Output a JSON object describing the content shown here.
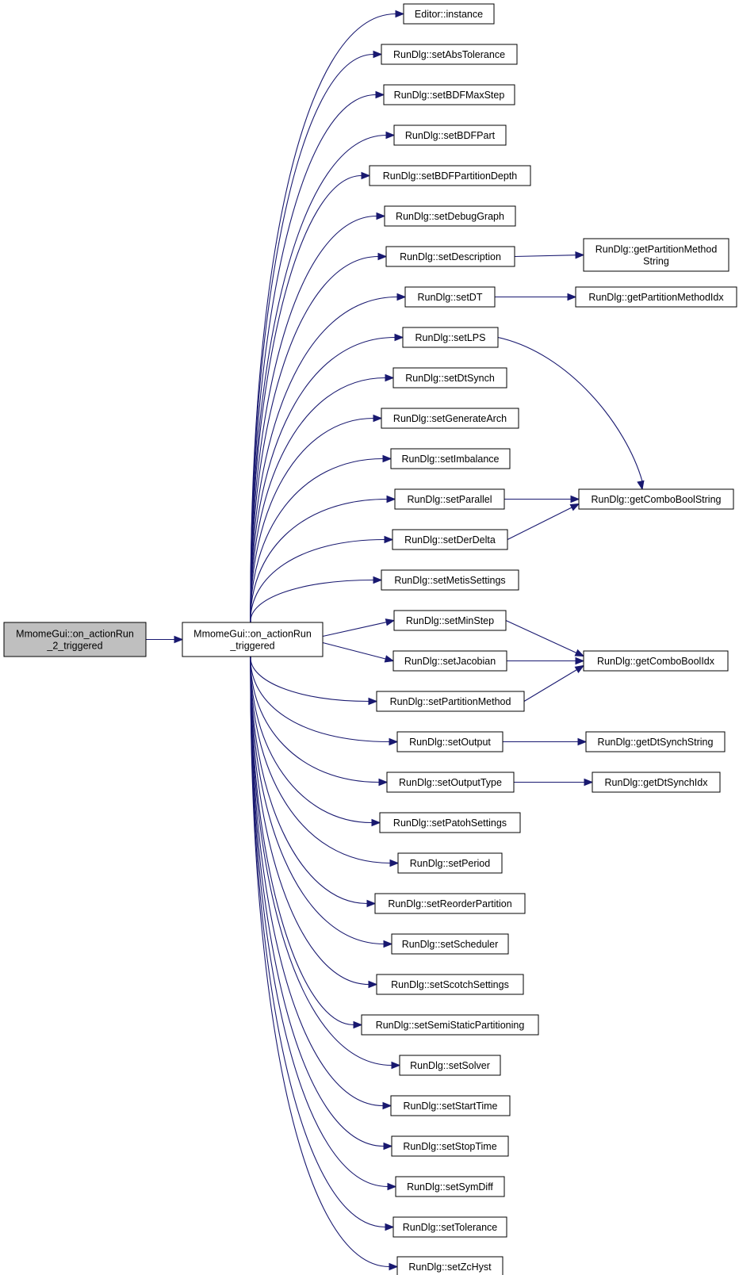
{
  "graph": {
    "colors": {
      "edge": "#191970",
      "node_fill": "#ffffff",
      "root_fill": "#bfbfbf",
      "border": "#000000"
    },
    "nodes": [
      {
        "id": "root",
        "lines": [
          "MmomeGui::on_actionRun",
          "_2_triggered"
        ],
        "highlighted": true
      },
      {
        "id": "main",
        "lines": [
          "MmomeGui::on_actionRun",
          "_triggered"
        ]
      },
      {
        "id": "editorInstance",
        "lines": [
          "Editor::instance"
        ]
      },
      {
        "id": "setAbsTolerance",
        "lines": [
          "RunDlg::setAbsTolerance"
        ]
      },
      {
        "id": "setBDFMaxStep",
        "lines": [
          "RunDlg::setBDFMaxStep"
        ]
      },
      {
        "id": "setBDFPart",
        "lines": [
          "RunDlg::setBDFPart"
        ]
      },
      {
        "id": "setBDFPartitionDepth",
        "lines": [
          "RunDlg::setBDFPartitionDepth"
        ]
      },
      {
        "id": "setDebugGraph",
        "lines": [
          "RunDlg::setDebugGraph"
        ]
      },
      {
        "id": "setDescription",
        "lines": [
          "RunDlg::setDescription"
        ]
      },
      {
        "id": "setDT",
        "lines": [
          "RunDlg::setDT"
        ]
      },
      {
        "id": "setLPS",
        "lines": [
          "RunDlg::setLPS"
        ]
      },
      {
        "id": "setDtSynch",
        "lines": [
          "RunDlg::setDtSynch"
        ]
      },
      {
        "id": "setGenerateArch",
        "lines": [
          "RunDlg::setGenerateArch"
        ]
      },
      {
        "id": "setImbalance",
        "lines": [
          "RunDlg::setImbalance"
        ]
      },
      {
        "id": "setParallel",
        "lines": [
          "RunDlg::setParallel"
        ]
      },
      {
        "id": "setDerDelta",
        "lines": [
          "RunDlg::setDerDelta"
        ]
      },
      {
        "id": "setMetisSettings",
        "lines": [
          "RunDlg::setMetisSettings"
        ]
      },
      {
        "id": "setMinStep",
        "lines": [
          "RunDlg::setMinStep"
        ]
      },
      {
        "id": "setJacobian",
        "lines": [
          "RunDlg::setJacobian"
        ]
      },
      {
        "id": "setPartitionMethod",
        "lines": [
          "RunDlg::setPartitionMethod"
        ]
      },
      {
        "id": "setOutput",
        "lines": [
          "RunDlg::setOutput"
        ]
      },
      {
        "id": "setOutputType",
        "lines": [
          "RunDlg::setOutputType"
        ]
      },
      {
        "id": "setPatohSettings",
        "lines": [
          "RunDlg::setPatohSettings"
        ]
      },
      {
        "id": "setPeriod",
        "lines": [
          "RunDlg::setPeriod"
        ]
      },
      {
        "id": "setReorderPartition",
        "lines": [
          "RunDlg::setReorderPartition"
        ]
      },
      {
        "id": "setScheduler",
        "lines": [
          "RunDlg::setScheduler"
        ]
      },
      {
        "id": "setScotchSettings",
        "lines": [
          "RunDlg::setScotchSettings"
        ]
      },
      {
        "id": "setSemiStaticPartitioning",
        "lines": [
          "RunDlg::setSemiStaticPartitioning"
        ]
      },
      {
        "id": "setSolver",
        "lines": [
          "RunDlg::setSolver"
        ]
      },
      {
        "id": "setStartTime",
        "lines": [
          "RunDlg::setStartTime"
        ]
      },
      {
        "id": "setStopTime",
        "lines": [
          "RunDlg::setStopTime"
        ]
      },
      {
        "id": "setSymDiff",
        "lines": [
          "RunDlg::setSymDiff"
        ]
      },
      {
        "id": "setTolerance",
        "lines": [
          "RunDlg::setTolerance"
        ]
      },
      {
        "id": "setZcHyst",
        "lines": [
          "RunDlg::setZcHyst"
        ]
      },
      {
        "id": "getPartitionMethodString",
        "lines": [
          "RunDlg::getPartitionMethod",
          "String"
        ]
      },
      {
        "id": "getPartitionMethodIdx",
        "lines": [
          "RunDlg::getPartitionMethodIdx"
        ]
      },
      {
        "id": "getComboBoolString",
        "lines": [
          "RunDlg::getComboBoolString"
        ]
      },
      {
        "id": "getComboBoolIdx",
        "lines": [
          "RunDlg::getComboBoolIdx"
        ]
      },
      {
        "id": "getDtSynchString",
        "lines": [
          "RunDlg::getDtSynchString"
        ]
      },
      {
        "id": "getDtSynchIdx",
        "lines": [
          "RunDlg::getDtSynchIdx"
        ]
      }
    ],
    "edges": [
      [
        "root",
        "main"
      ],
      [
        "main",
        "editorInstance"
      ],
      [
        "main",
        "setAbsTolerance"
      ],
      [
        "main",
        "setBDFMaxStep"
      ],
      [
        "main",
        "setBDFPart"
      ],
      [
        "main",
        "setBDFPartitionDepth"
      ],
      [
        "main",
        "setDebugGraph"
      ],
      [
        "main",
        "setDescription"
      ],
      [
        "main",
        "setDT"
      ],
      [
        "main",
        "setLPS"
      ],
      [
        "main",
        "setDtSynch"
      ],
      [
        "main",
        "setGenerateArch"
      ],
      [
        "main",
        "setImbalance"
      ],
      [
        "main",
        "setParallel"
      ],
      [
        "main",
        "setDerDelta"
      ],
      [
        "main",
        "setMetisSettings"
      ],
      [
        "main",
        "setMinStep"
      ],
      [
        "main",
        "setJacobian"
      ],
      [
        "main",
        "setPartitionMethod"
      ],
      [
        "main",
        "setOutput"
      ],
      [
        "main",
        "setOutputType"
      ],
      [
        "main",
        "setPatohSettings"
      ],
      [
        "main",
        "setPeriod"
      ],
      [
        "main",
        "setReorderPartition"
      ],
      [
        "main",
        "setScheduler"
      ],
      [
        "main",
        "setScotchSettings"
      ],
      [
        "main",
        "setSemiStaticPartitioning"
      ],
      [
        "main",
        "setSolver"
      ],
      [
        "main",
        "setStartTime"
      ],
      [
        "main",
        "setStopTime"
      ],
      [
        "main",
        "setSymDiff"
      ],
      [
        "main",
        "setTolerance"
      ],
      [
        "main",
        "setZcHyst"
      ],
      [
        "setDescription",
        "getPartitionMethodString"
      ],
      [
        "setDT",
        "getPartitionMethodIdx"
      ],
      [
        "setLPS",
        "getComboBoolString"
      ],
      [
        "setParallel",
        "getComboBoolString"
      ],
      [
        "setDerDelta",
        "getComboBoolString"
      ],
      [
        "setMinStep",
        "getComboBoolIdx"
      ],
      [
        "setJacobian",
        "getComboBoolIdx"
      ],
      [
        "setPartitionMethod",
        "getComboBoolIdx"
      ],
      [
        "setOutput",
        "getDtSynchString"
      ],
      [
        "setOutputType",
        "getDtSynchIdx"
      ]
    ]
  }
}
